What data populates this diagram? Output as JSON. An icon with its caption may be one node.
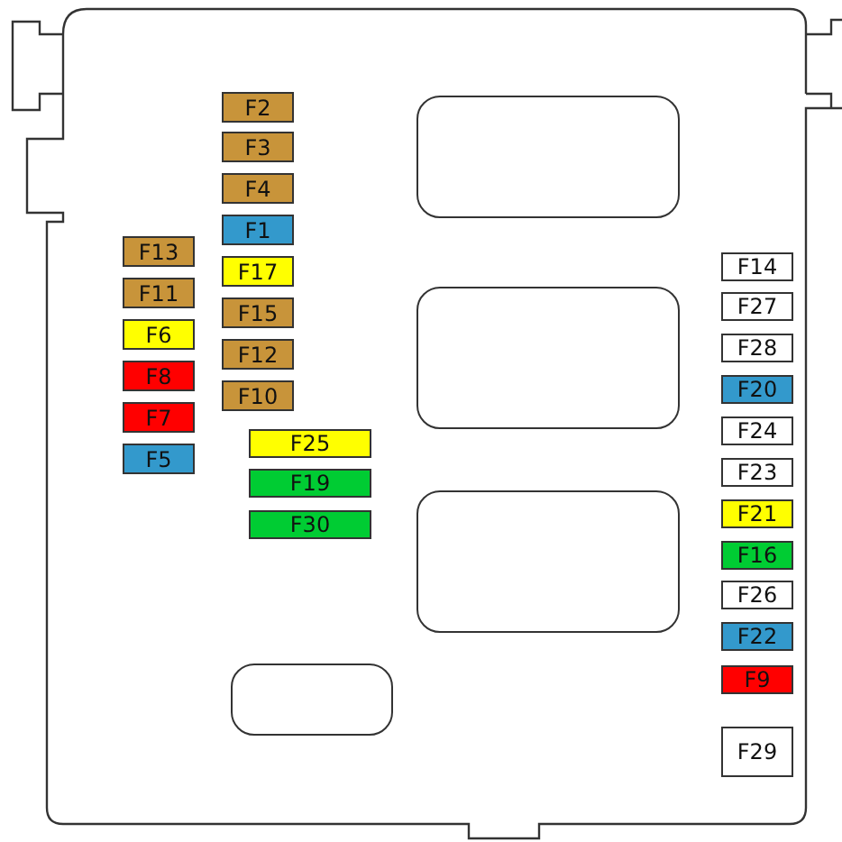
{
  "diagram": {
    "nodes": [
      {
        "text": [
          "F13"
        ]
      },
      {
        "text": [
          "F11"
        ]
      },
      {
        "text": [
          "F6"
        ]
      },
      {
        "text": [
          "F8"
        ]
      },
      {
        "text": [
          "F7"
        ]
      },
      {
        "text": [
          "F5"
        ]
      },
      {
        "text": [
          "F2"
        ]
      },
      {
        "text": [
          "F3"
        ]
      },
      {
        "text": [
          "F4"
        ]
      },
      {
        "text": [
          "F1"
        ]
      },
      {
        "text": [
          "F17"
        ]
      },
      {
        "text": [
          "F15"
        ]
      },
      {
        "text": [
          "F12"
        ]
      },
      {
        "text": [
          "F10"
        ]
      },
      {
        "text": [
          "F25"
        ]
      },
      {
        "text": [
          "F19"
        ]
      },
      {
        "text": [
          "F30"
        ]
      },
      {
        "text": [],
        "shape": "box"
      },
      {
        "text": [],
        "shape": "box"
      },
      {
        "text": [],
        "shape": "box"
      },
      {
        "text": [],
        "shape": "box"
      },
      {
        "text": [
          "F14"
        ]
      },
      {
        "text": [
          "F27"
        ]
      },
      {
        "text": [
          "F28"
        ]
      },
      {
        "text": [
          "F20"
        ]
      },
      {
        "text": [
          "F24"
        ]
      },
      {
        "text": [
          "F23"
        ]
      },
      {
        "text": [
          "F21"
        ]
      },
      {
        "text": [
          "F16"
        ]
      },
      {
        "text": [
          "F26"
        ]
      },
      {
        "text": [
          "F22"
        ]
      },
      {
        "text": [
          "F9"
        ]
      },
      {
        "text": [
          "F29"
        ]
      }
    ],
    "edges": []
  }
}
